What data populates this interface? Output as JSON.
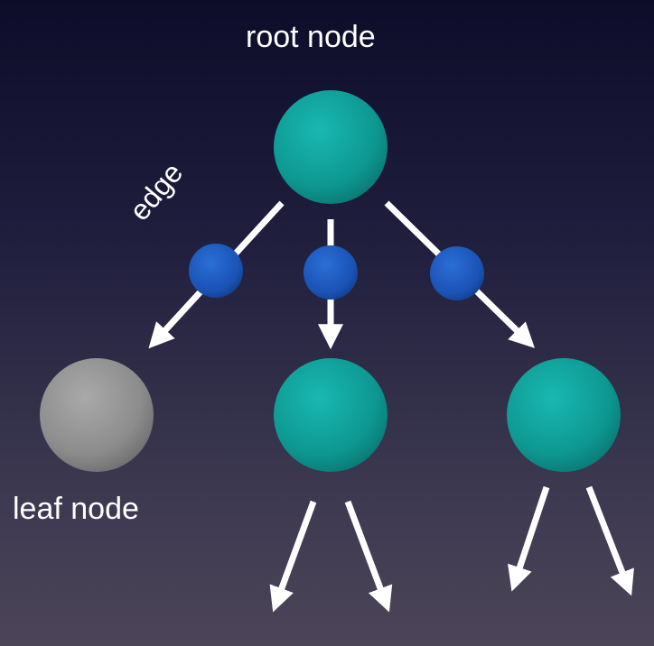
{
  "labels": {
    "root": "root node",
    "leaf": "leaf node",
    "edge": "edge"
  },
  "colors": {
    "node": "#0f9e98",
    "leaf_node": "#8f8f8f",
    "edge_marker": "#1c5bc2",
    "arrow": "#ffffff"
  },
  "icons": {
    "arrow_head": "arrow-head-icon"
  }
}
